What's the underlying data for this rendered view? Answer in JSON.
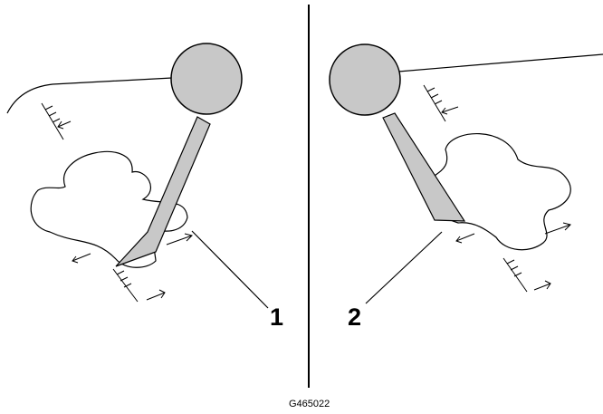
{
  "callouts": [
    {
      "label": "1"
    },
    {
      "label": "2"
    }
  ],
  "figure_id": "G465022",
  "colors": {
    "lever": "#c8c8c8",
    "outline": "#000000",
    "background": "#ffffff"
  }
}
